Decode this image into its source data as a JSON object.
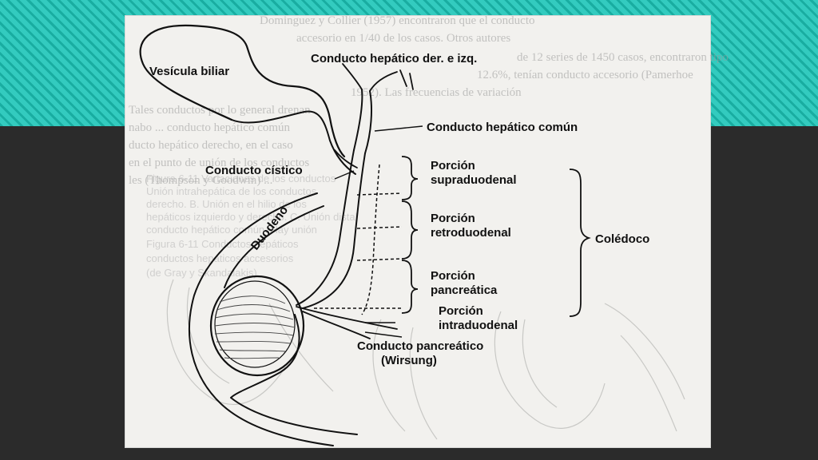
{
  "background": {
    "top_color": "#1fbfb2",
    "bottom_color": "#2b2b2b"
  },
  "bleed_text": [
    "Dominguez y Collier (1957) encontraron que el conducto",
    "accesorio en 1/40 de los casos. Otros autores",
    "de 12 series de 1450 casos, encontraron tipo",
    "12.6%, tenían conducto accesorio (Pamerhoe",
    "1952). Las frecuencias de variación",
    "Tales conductos por lo general drenan",
    "nabo ... conducto hepático común",
    "ducto hepático derecho, en el caso",
    "en el punto de unión de los conductos",
    "les (Thompson y Goodwin) ..."
  ],
  "bleed_caption": [
    "Figura 6-11 Variaciones de los conductos",
    "Unión intrahepática de los conductos",
    "derecho. B. Unión en el hilio de los",
    "hepáticos izquierdo y derecho. C. Unión distal",
    "conducto hepático común. Hay unión",
    "Figura 6-11 Conductos hepáticos",
    "conductos hepáticos accesorios",
    "(de Gray y Skandalakis)"
  ],
  "labels": {
    "vesicula": "Vesícula biliar",
    "hepatico_der_izq": "Conducto hepático der. e izq.",
    "hepatico_comun": "Conducto hepático común",
    "cistico": "Conducto cístico",
    "supraduodenal_1": "Porción",
    "supraduodenal_2": "supraduodenal",
    "retroduodenal_1": "Porción",
    "retroduodenal_2": "retroduodenal",
    "pancreatica_1": "Porción",
    "pancreatica_2": "pancreática",
    "intraduodenal_1": "Porción",
    "intraduodenal_2": "intraduodenal",
    "coledoco": "Colédoco",
    "duodeno": "Duodeno",
    "pancreatico_1": "Conducto pancreático",
    "pancreatico_2": "(Wirsung)"
  }
}
